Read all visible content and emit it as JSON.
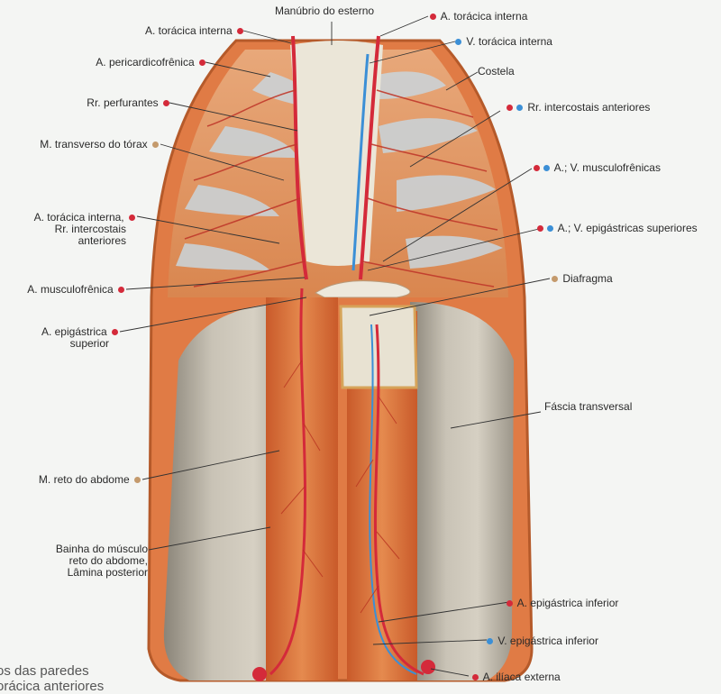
{
  "labels": {
    "manubrio": "Manúbrio do esterno",
    "toracica_interna_left": "A. torácica interna",
    "pericardicofrenica": "A. pericardicofrênica",
    "perfurantes": "Rr. perfurantes",
    "transverso_torax": "M. transverso do tórax",
    "toracica_interna_intercostais_1": "A. torácica interna,",
    "toracica_interna_intercostais_2": "Rr. intercostais",
    "toracica_interna_intercostais_3": "anteriores",
    "musculofrenica": "A. musculofrênica",
    "epigastrica_superior_1": "A. epigástrica",
    "epigastrica_superior_2": "superior",
    "reto_abdome": "M. reto do abdome",
    "bainha_1": "Bainha do músculo",
    "bainha_2": "reto do abdome,",
    "bainha_3": "Lâmina posterior",
    "toracica_interna_right": "A. torácica interna",
    "v_toracica_interna": "V. torácica interna",
    "costela": "Costela",
    "intercostais_anteriores": "Rr. intercostais anteriores",
    "av_musculofrenicas": "A.; V. musculofrênicas",
    "av_epigastricas_superiores": "A.; V. epigástricas superiores",
    "diafragma": "Diafragma",
    "fascia_transversal": "Fáscia transversal",
    "epigastrica_inferior": "A. epigástrica inferior",
    "v_epigastrica_inferior": "V. epigástrica inferior",
    "iliaca_externa": "A. ilíaca externa"
  },
  "caption": {
    "line1": "os das paredes",
    "line2": "orácica anteriores"
  },
  "colors": {
    "artery": "#d42a3a",
    "vein": "#3b8fd6",
    "muscle": "#c49a6c"
  }
}
